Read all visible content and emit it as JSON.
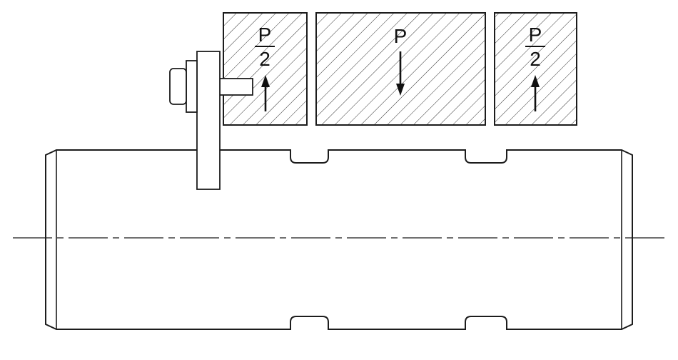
{
  "diagram": {
    "kind": "engineering-drawing",
    "subject": "stepped shaft with two relief grooves, clamped collar with bolt, and three hatched load blocks",
    "loads": {
      "left": {
        "numerator": "P",
        "denominator": "2",
        "direction": "up"
      },
      "center": {
        "label": "P",
        "direction": "down"
      },
      "right": {
        "numerator": "P",
        "denominator": "2",
        "direction": "up"
      }
    },
    "colors": {
      "line": "#1c1c1c",
      "hatch": "#333333",
      "background": "#ffffff"
    }
  }
}
